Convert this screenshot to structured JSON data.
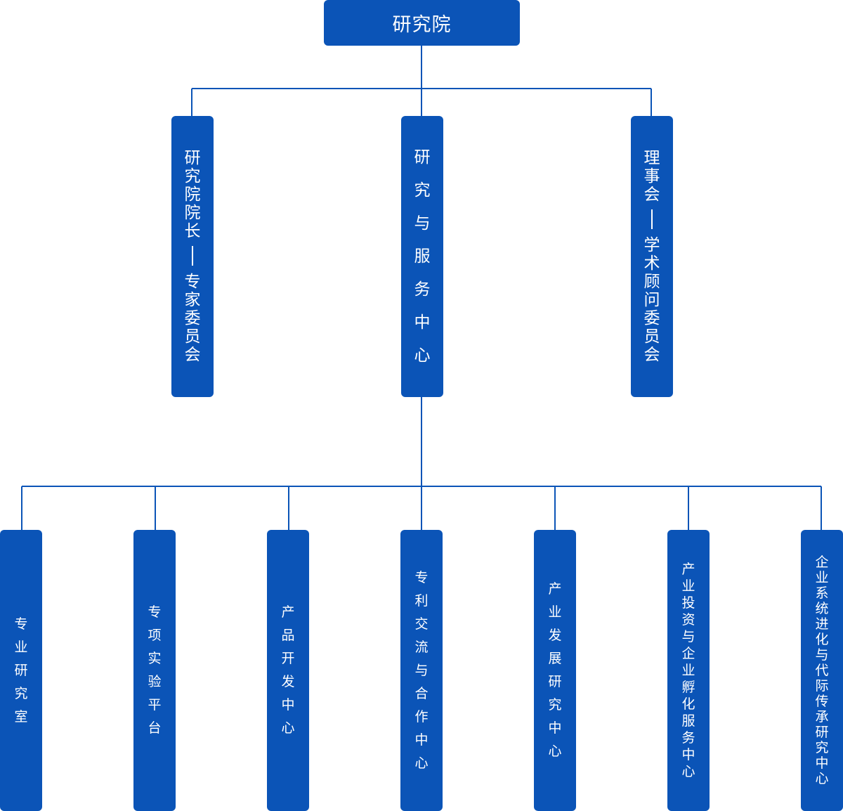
{
  "colors": {
    "node_fill": "#0b54b7",
    "connector": "#0b54b7",
    "node_text": "#ffffff"
  },
  "root": {
    "label": "研究院"
  },
  "level1": [
    {
      "id": "president-experts",
      "upper": "研究院院长",
      "separator": "—",
      "lower": "专家委员会"
    },
    {
      "id": "research-service-center",
      "label": "研究与服务中心"
    },
    {
      "id": "board-advisory",
      "upper": "理事会",
      "separator": "—",
      "lower": "学术顾问委员会"
    }
  ],
  "level2": [
    {
      "id": "professional-lab",
      "label": "专业研究室"
    },
    {
      "id": "project-experiment-platform",
      "label": "专项实验平台"
    },
    {
      "id": "product-development-center",
      "label": "产品开发中心"
    },
    {
      "id": "patent-exchange-center",
      "label": "专利交流与合作中心"
    },
    {
      "id": "industry-development-center",
      "label": "产业发展研究中心"
    },
    {
      "id": "industry-investment-incubation",
      "label": "产业投资与企业孵化服务中心"
    },
    {
      "id": "enterprise-evolution-succession",
      "label": "企业系统进化与代际传承研究中心"
    }
  ]
}
